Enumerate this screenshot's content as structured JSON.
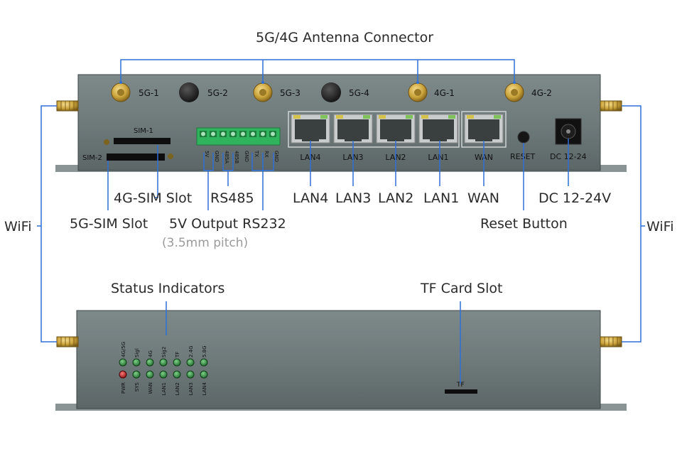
{
  "colors": {
    "chassis": "#6f7a7b",
    "chassis_dark": "#4d5556",
    "leader_line": "#2f6fd6",
    "terminal_green": "#2fb35c",
    "led_green": "#2e8b3e",
    "led_red": "#b01818",
    "antenna_gold": "#c9a23a"
  },
  "callouts": {
    "antenna_connector": "5G/4G Antenna Connector",
    "sim_4g": "4G-SIM Slot",
    "sim_5g": "5G-SIM Slot",
    "rs485": "RS485",
    "output_5v_rs232": "5V Output RS232",
    "pitch": "(3.5mm pitch)",
    "lan4": "LAN4",
    "lan3": "LAN3",
    "lan2": "LAN2",
    "lan1": "LAN1",
    "wan": "WAN",
    "dc": "DC 12-24V",
    "reset": "Reset Button",
    "wifi_left": "WiFi",
    "wifi_right": "WiFi",
    "status": "Status Indicators",
    "tf": "TF Card Slot"
  },
  "front_panel": {
    "antenna_labels": [
      "5G-1",
      "5G-2",
      "5G-3",
      "5G-4",
      "4G-1",
      "4G-2"
    ],
    "sim1": "SIM-1",
    "sim2": "SIM-2",
    "terminal_labels": [
      "5V",
      "GND",
      "485A",
      "485B",
      "GND",
      "TX",
      "RX",
      "GND"
    ],
    "port_labels": [
      "LAN4",
      "LAN3",
      "LAN2",
      "LAN1",
      "WAN"
    ],
    "reset": "RESET",
    "dc": "DC 12-24"
  },
  "back_panel": {
    "led_top_labels": [
      "4G/5G",
      "Sigl",
      "4G",
      "Sig2",
      "TF",
      "2.4G",
      "5.8G"
    ],
    "led_bottom_labels": [
      "PWR",
      "SYS",
      "WAN",
      "LAN1",
      "LAN2",
      "LAN3",
      "LAN4"
    ],
    "tf_label": "TF"
  }
}
